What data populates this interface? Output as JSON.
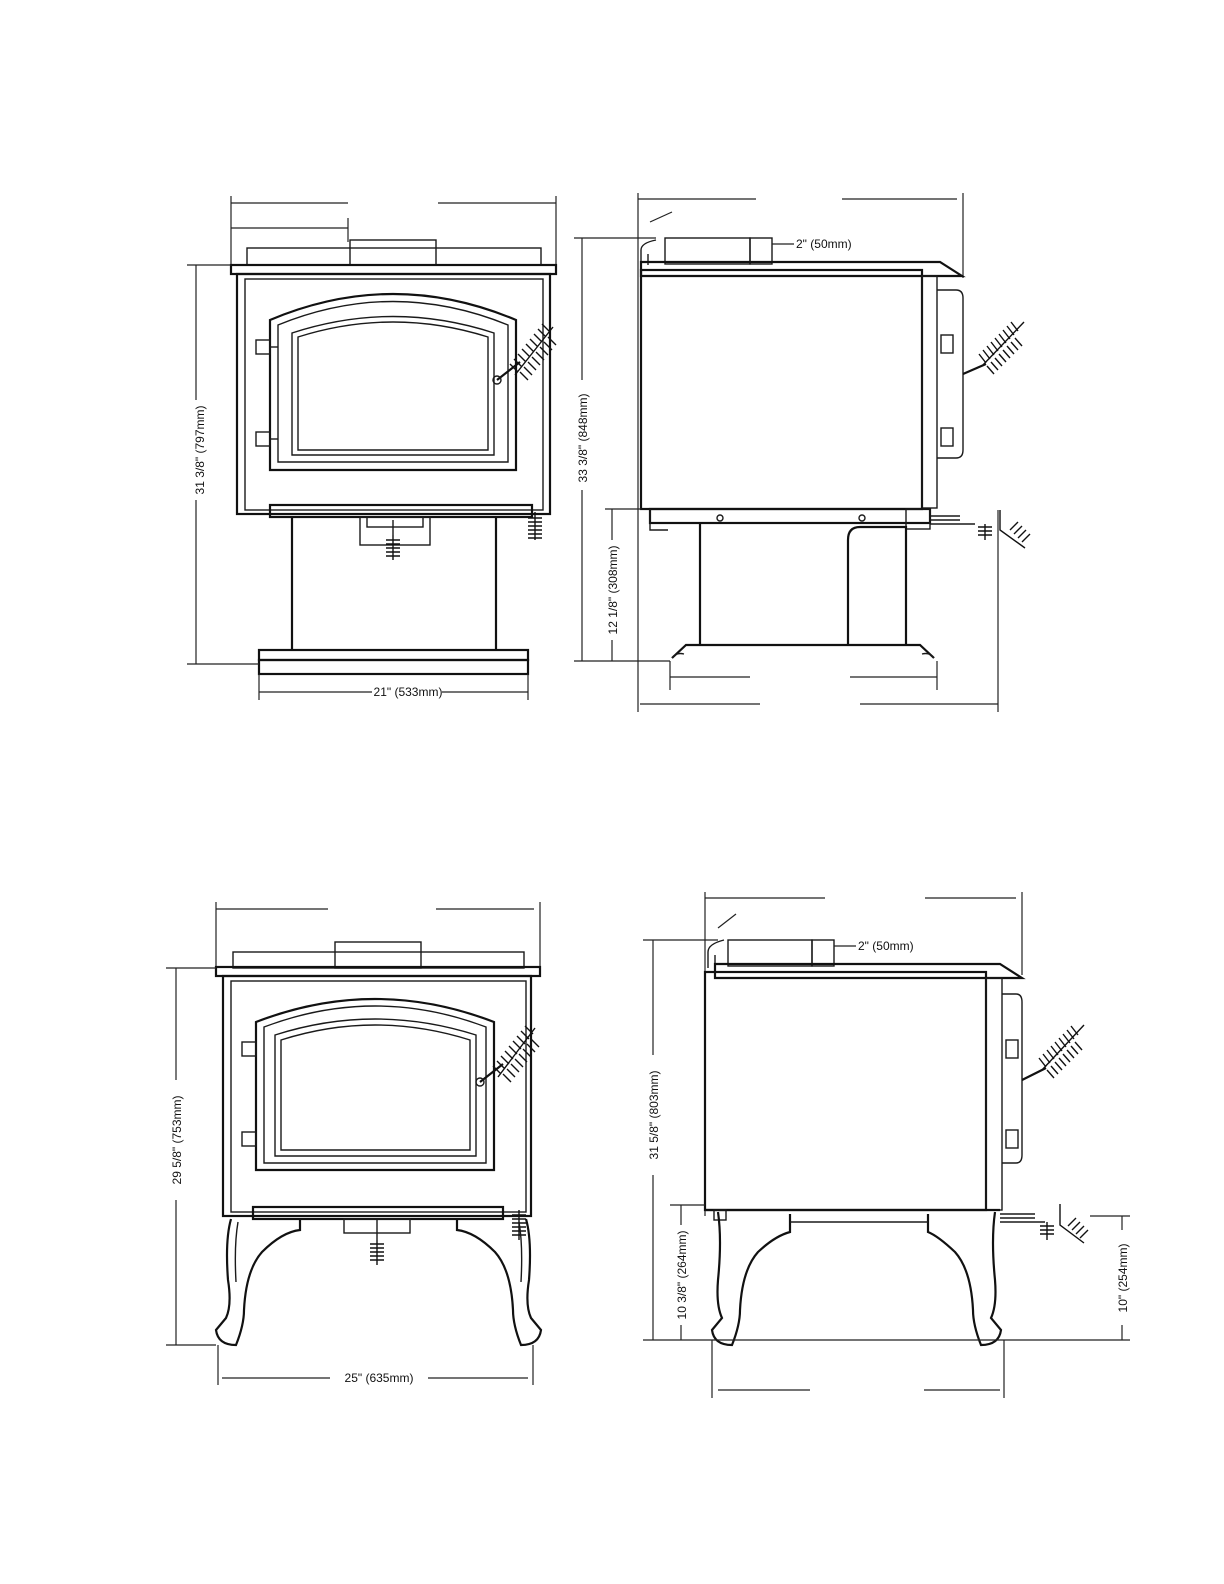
{
  "stove_a": {
    "front": {
      "height_label": "31 3/8\" (797mm)",
      "width_label": "21\" (533mm)"
    },
    "side": {
      "flue_label": "2\" (50mm)",
      "height_label": "33 3/8\" (848mm)",
      "pedestal_label": "12 1/8\" (308mm)"
    }
  },
  "stove_b": {
    "front": {
      "height_label": "29 5/8\" (753mm)",
      "width_label": "25\" (635mm)"
    },
    "side": {
      "flue_label": "2\" (50mm)",
      "height_label": "31 5/8\" (803mm)",
      "leg_label": "10 3/8\" (264mm)",
      "rear_label": "10\" (254mm)"
    }
  }
}
